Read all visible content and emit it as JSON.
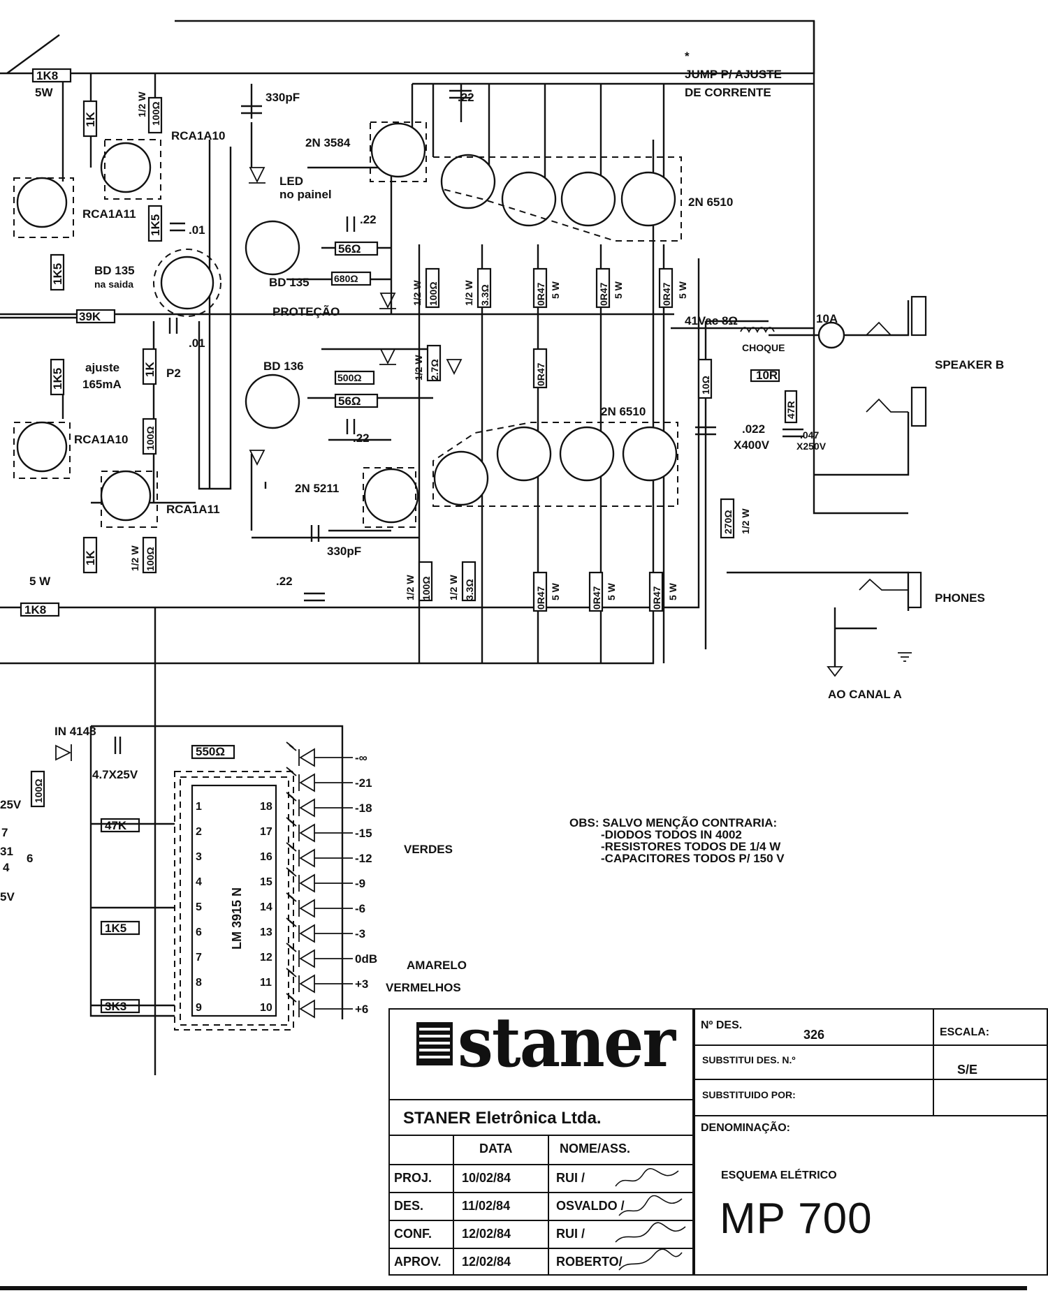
{
  "schematic": {
    "jump_note": [
      "JUMP P/ AJUSTE",
      "DE CORRENTE"
    ],
    "asterisk": "*",
    "components": {
      "r_1k8_top": "1K8",
      "r_5w_top": "5W",
      "r_1k_a": "1K",
      "r_100_a": "100Ω",
      "r_half_a": "1/2 W",
      "q_rca1a10_top": "RCA1A10",
      "q_rca1a11_left": "RCA1A11",
      "r_1k5_a": "1K5",
      "r_1k5_b": "1K5",
      "c_01_a": ".01",
      "q_bd135_label": "BD 135",
      "q_bd135_note": "na saida",
      "c_330_top": "330pF",
      "led": "LED",
      "led_note": "no painel",
      "q_2n3584": "2N 3584",
      "c_22_top": ".22",
      "c_22_mid": ".22",
      "q_2n6510_top": "2N 6510",
      "q_2n6510_bot": "2N 6510",
      "r_56_a": "56Ω",
      "r_680_a": "680Ω",
      "q_bd135_b": "BD 135",
      "r_1_2w_100": "1/2 W",
      "r_100_b": "100Ω",
      "r_1_2w_33": "1/2 W",
      "r_33_a": "3.3Ω",
      "r_047_a": "0R47",
      "r_047_b": "0R47",
      "r_047_c": "0R47",
      "r_5w_a": "5 W",
      "r_5w_b": "5 W",
      "r_5w_c": "5 W",
      "r_39k": "39K",
      "protecao": "PROTEÇÃO",
      "c_01_b": ".01",
      "ajuste": "ajuste",
      "ajuste_val": "165mA",
      "p2": "P2",
      "r_1k_p2": "1K",
      "bd136": "BD 136",
      "r_500_a": "500Ω",
      "r_56_b": "56Ω",
      "c_22_low": ".22",
      "r_1_2w_2": "1/2 W",
      "r_27": "2.7Ω",
      "q_rca1a10_bot": "RCA1A10",
      "q_rca1a11_bot": "RCA1A11",
      "r_100_c": "100Ω",
      "q_2n5211": "2N 5211",
      "c_330_bot": "330pF",
      "r_1k_b": "1K",
      "r_half_b": "1/2 W",
      "r_100_d": "100Ω",
      "r_5w_bot": "5 W",
      "r_1k8_bot": "1K8",
      "c_22_bot": ".22",
      "r_1_2w_d": "1/2 W",
      "r_100_e": "100Ω",
      "r_1_2w_e": "1/2 W",
      "r_33_b": "3.3Ω",
      "r_047_d": "0R47",
      "r_047_e": "0R47",
      "r_047_f": "0R47",
      "r_5w_d": "5 W",
      "r_5w_e": "5 W",
      "r_5w_f": "5 W",
      "vout": "41Vac 8Ω",
      "choque": "CHOQUE",
      "r_10": "10Ω",
      "r_10r": "10R",
      "r_47r": "47R",
      "c_022": ".022",
      "c_022_v": "X400V",
      "c_047": ".047",
      "c_047_v": "X250V",
      "r_270": "270Ω",
      "r_270_w": "1/2 W",
      "fuse": "10A",
      "speaker": "SPEAKER B",
      "phones": "PHONES",
      "canal": "AO CANAL A",
      "in4148": "IN 4148",
      "c_47": "4.7X25V",
      "r_550": "550Ω",
      "r_100_f": "100Ω",
      "r_47k": "47K",
      "r_1k5_c": "1K5",
      "r_3k3": "3K3",
      "ic": "LM 3915 N",
      "v25": "25V",
      "v5": "5V",
      "n7": "7",
      "n31": "31",
      "n6": "6",
      "n4": "4"
    },
    "ic_pins_left": [
      "1",
      "2",
      "3",
      "4",
      "5",
      "6",
      "7",
      "8",
      "9"
    ],
    "ic_pins_right": [
      "18",
      "17",
      "16",
      "15",
      "14",
      "13",
      "12",
      "11",
      "10"
    ],
    "led_levels": [
      "-∞",
      "-21",
      "-18",
      "-15",
      "-12",
      "-9",
      "-6",
      "-3",
      "0dB",
      "+3",
      "+6"
    ],
    "verdes": "VERDES",
    "amarelo": "AMARELO",
    "vermelhos": "VERMELHOS"
  },
  "obs": {
    "title": "OBS: SALVO MENÇÃO CONTRARIA:",
    "lines": [
      "-DIODOS TODOS IN 4002",
      "-RESISTORES TODOS DE 1/4 W",
      "-CAPACITORES TODOS P/ 150 V"
    ]
  },
  "title_block": {
    "brand": "staner",
    "company": "STANER Eletrônica Ltda.",
    "header_data": "DATA",
    "header_nome": "NOME/ASS.",
    "rows": [
      {
        "role": "PROJ.",
        "date": "10/02/84",
        "name": "RUI /"
      },
      {
        "role": "DES.",
        "date": "11/02/84",
        "name": "OSVALDO /"
      },
      {
        "role": "CONF.",
        "date": "12/02/84",
        "name": "RUI /"
      },
      {
        "role": "APROV.",
        "date": "12/02/84",
        "name": "ROBERTO/"
      }
    ],
    "no_des_label": "Nº DES.",
    "no_des_value": "326",
    "escala_label": "ESCALA:",
    "escala_value": "S/E",
    "substitui_label": "SUBSTITUI DES. N.º",
    "substituido_label": "SUBSTITUIDO POR:",
    "denominacao_label": "DENOMINAÇÃO:",
    "title": "ESQUEMA ELÉTRICO",
    "model": "MP 700"
  }
}
